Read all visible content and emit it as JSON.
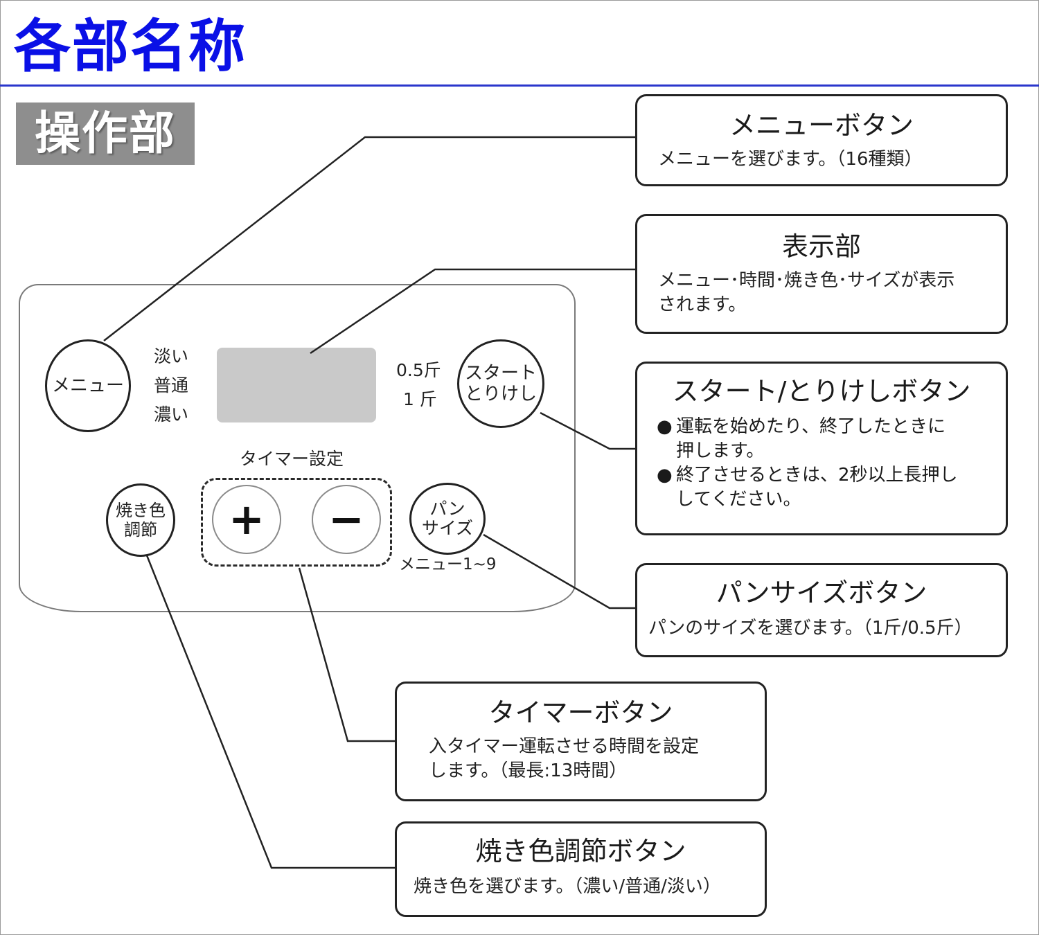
{
  "page": {
    "title": "各部名称",
    "section": "操作部",
    "colors": {
      "title": "#0a10e6",
      "rule": "#2a36cc",
      "section_bg": "#8e8e8e",
      "display": "#c9c9c9"
    }
  },
  "panel": {
    "menu_button": "メニュー",
    "browning_levels": [
      "淡い",
      "普通",
      "濃い"
    ],
    "size_options": [
      "0.5斤",
      "1 斤"
    ],
    "start_button": [
      "スタート",
      "とりけし"
    ],
    "timer_label": "タイマー設定",
    "plus_icon": "+",
    "minus_icon": "−",
    "browning_button": [
      "焼き色",
      "調節"
    ],
    "size_button": [
      "パン",
      "サイズ"
    ],
    "size_note": "メニュー1~9"
  },
  "callouts": {
    "menu": {
      "title": "メニューボタン",
      "desc": "メニューを選びます。（16種類）"
    },
    "display": {
      "title": "表示部",
      "desc": [
        "メニュー･時間･焼き色･サイズが表示",
        "されます。"
      ]
    },
    "start": {
      "title": "スタート/とりけしボタン",
      "bullet": "●",
      "items": [
        [
          "運転を始めたり、終了したときに",
          "押します。"
        ],
        [
          "終了させるときは、2秒以上長押し",
          "してください。"
        ]
      ]
    },
    "size": {
      "title": "パンサイズボタン",
      "desc": "パンのサイズを選びます。（1斤/0.5斤）"
    },
    "timer": {
      "title": "タイマーボタン",
      "desc": [
        "入タイマー運転させる時間を設定",
        "します。（最長:13時間）"
      ]
    },
    "browning": {
      "title": "焼き色調節ボタン",
      "desc": "焼き色を選びます。（濃い/普通/淡い）"
    }
  }
}
